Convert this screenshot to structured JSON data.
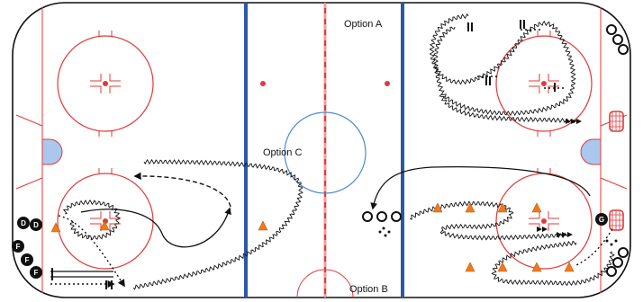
{
  "diagram": {
    "labels": {
      "option_a": "Option A",
      "option_b": "Option B",
      "option_c": "Option C"
    },
    "players": [
      {
        "role": "D",
        "label": "D"
      },
      {
        "role": "D",
        "label": "D"
      },
      {
        "role": "F",
        "label": "F"
      },
      {
        "role": "F",
        "label": "F"
      },
      {
        "role": "F",
        "label": "F"
      },
      {
        "role": "G",
        "label": "G"
      }
    ],
    "colors": {
      "rink_line_red": "#e03a3a",
      "blue_line": "#2a57a8",
      "center_circle": "#4a88d0",
      "crease": "#aac8ee",
      "net": "#e03a3a",
      "cone": "#f07a1a",
      "player": "#111111",
      "path": "#111111"
    },
    "icons": {
      "cone": "cone-icon",
      "puck": "puck-icon",
      "net": "net-icon",
      "player": "player-badge"
    }
  }
}
